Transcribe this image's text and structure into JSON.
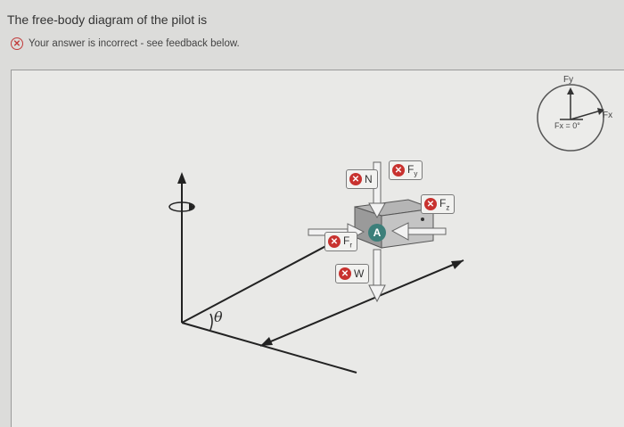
{
  "header": {
    "title": "The free-body diagram of the pilot is",
    "feedback": "Your answer is incorrect - see feedback below."
  },
  "diagram": {
    "labels": {
      "n": "N",
      "fy": "F",
      "fy_sub": "y",
      "fz": "F",
      "fz_sub": "z",
      "fr": "F",
      "fr_sub": "r",
      "w": "W",
      "point": "A",
      "theta": "θ"
    },
    "compass": {
      "fy": "Fy",
      "fx": "Fx",
      "angle": "Fx = 0°"
    }
  }
}
